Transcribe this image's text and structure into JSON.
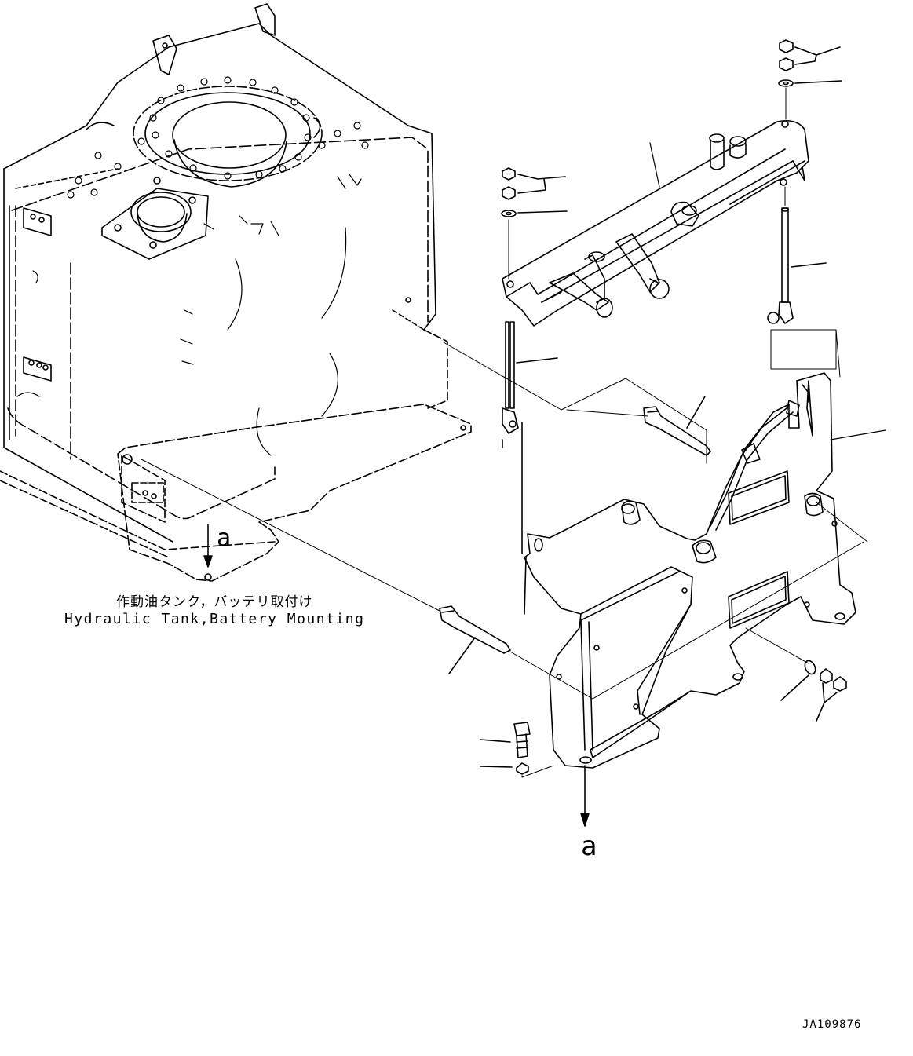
{
  "diagram": {
    "caption_jp": "作動油タンク，バッテリ取付け",
    "caption_en": "Hydraulic Tank,Battery Mounting",
    "reference_mark_left": "a",
    "reference_mark_bottom": "a",
    "drawing_code": "JA109876"
  },
  "colors": {
    "line": "#000000",
    "background": "#ffffff"
  }
}
